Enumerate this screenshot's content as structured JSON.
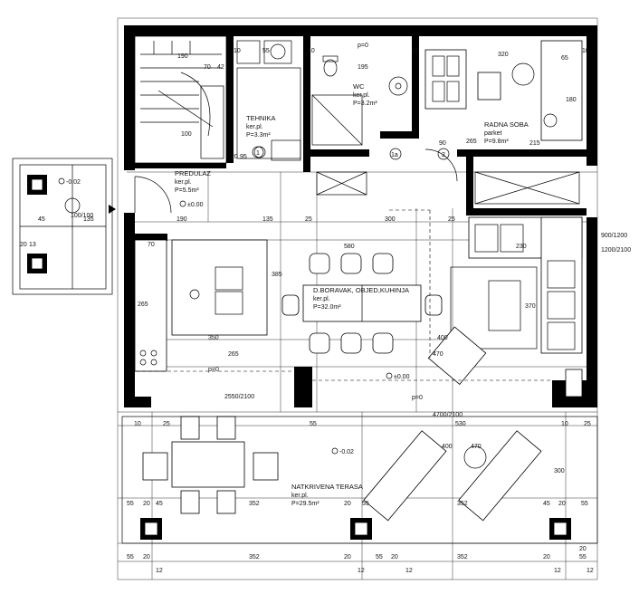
{
  "rooms": {
    "tehnika": {
      "name": "TEHNIKA",
      "floor": "ker.pl.",
      "area": "P=3.3m²"
    },
    "wc": {
      "name": "WC",
      "floor": "ker.pl.",
      "area": "P=3.2m²"
    },
    "radna_soba": {
      "name": "RADNA SOBA",
      "floor": "parket",
      "area": "P=9.8m²"
    },
    "predulaz": {
      "name": "PREDULAZ",
      "floor": "ker.pl.",
      "area": "P=5.5m²"
    },
    "dnevni": {
      "name": "D.BORAVAK, OBJED,KUHINJA",
      "floor": "ker.pl.",
      "area": "P=32.0m²"
    },
    "terasa": {
      "name": "NATKRIVENA TERASA",
      "floor": "ker.pl.",
      "area": "P=29.5m²"
    }
  },
  "levels": {
    "entry": "-0.02",
    "hall": "±0.00",
    "living": "±0.00",
    "terrace": "-0.02",
    "p0_wc": "p=0",
    "p0_door": "p=0",
    "p0_terrace": "p=0"
  },
  "markers": {
    "m1": "1",
    "m1a": "1a",
    "m2": "2"
  },
  "dims": {
    "top": [
      "190",
      "70",
      "42",
      "10",
      "55",
      "10",
      "195",
      "10",
      "320",
      "65",
      "10"
    ],
    "window_labels": [
      "100/100",
      "900/1200",
      "1200/2100"
    ],
    "radna": [
      "265",
      "90",
      "215",
      "180"
    ],
    "hall": [
      "190",
      "135",
      "25",
      "300",
      "25"
    ],
    "left": [
      "45",
      "135",
      "20",
      "13",
      "70"
    ],
    "kitchen": [
      "265",
      "350",
      "385"
    ],
    "living": [
      "580",
      "230",
      "370",
      "400",
      "470",
      "265"
    ],
    "terrace_top": [
      "10",
      "25",
      "55",
      "2550/2100",
      "4700/2100",
      "530",
      "10",
      "25"
    ],
    "terrace_bottom": [
      "55",
      "20",
      "45",
      "352",
      "20",
      "55",
      "352",
      "45",
      "20",
      "55"
    ],
    "bottom": [
      "55",
      "20",
      "12",
      "352",
      "20",
      "12",
      "55",
      "20",
      "12",
      "352",
      "20",
      "12",
      "55",
      "20",
      "12"
    ],
    "stairs": [
      "20",
      "95",
      "100"
    ],
    "vertical": [
      "300",
      "400",
      "470"
    ]
  }
}
